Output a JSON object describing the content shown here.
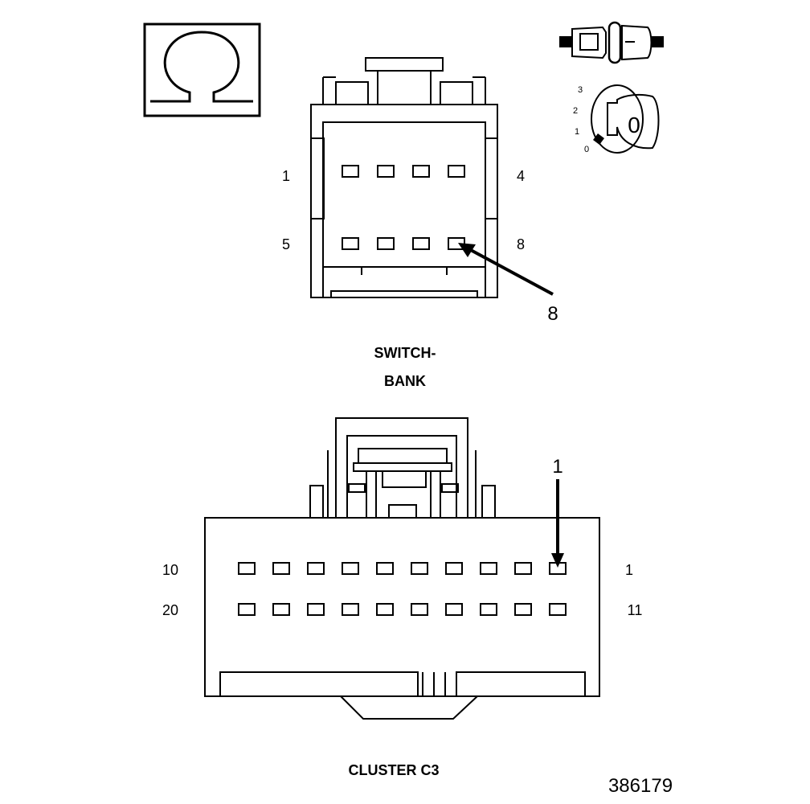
{
  "meter_symbol": "Ω",
  "key_switch": {
    "positions": [
      "3",
      "2",
      "1",
      "0"
    ],
    "key_label": "0"
  },
  "switch_bank": {
    "pin_labels": {
      "top_left": "1",
      "top_right": "4",
      "bottom_left": "5",
      "bottom_right": "8"
    },
    "callout": "8",
    "caption_line1": "SWITCH-",
    "caption_line2": "BANK"
  },
  "cluster": {
    "pin_labels": {
      "top_left": "10",
      "top_right": "1",
      "bottom_left": "20",
      "bottom_right": "11"
    },
    "callout": "1",
    "caption": "CLUSTER C3"
  },
  "figure_number": "386179"
}
